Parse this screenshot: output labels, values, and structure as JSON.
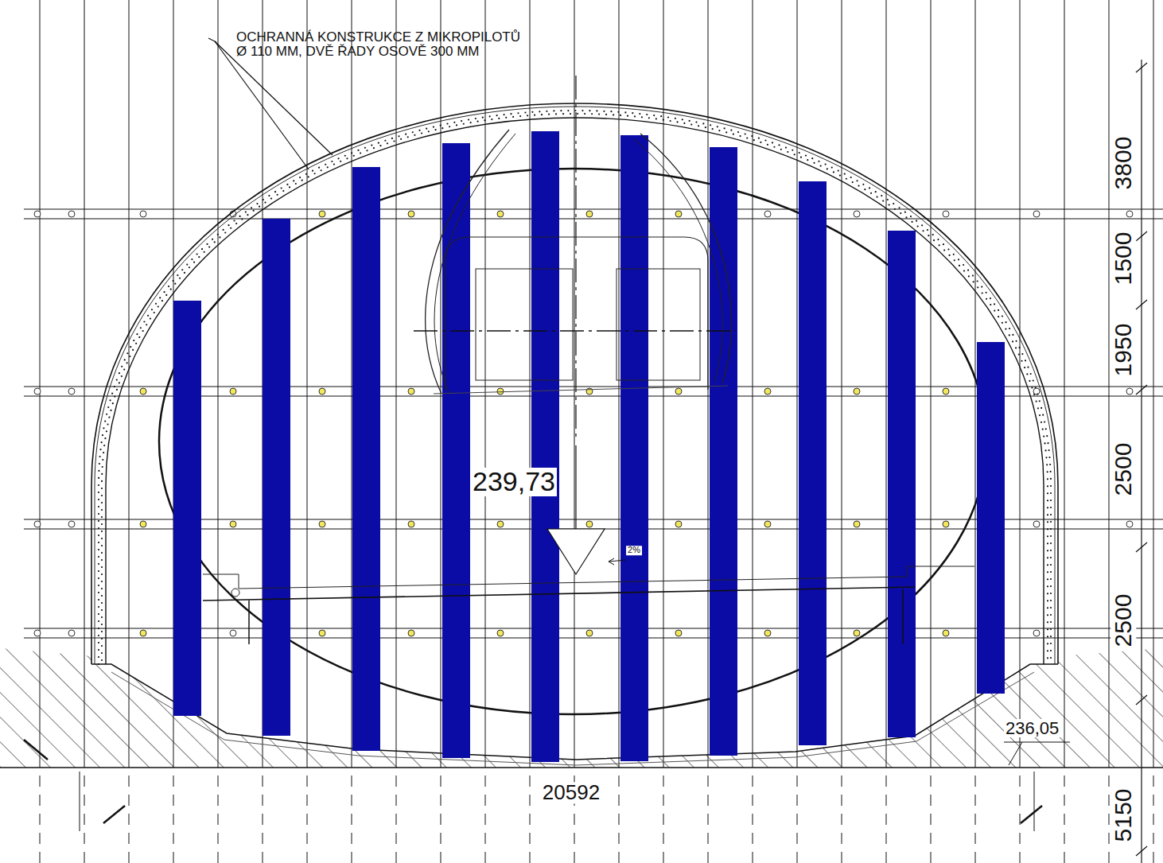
{
  "diagram": {
    "labels": [
      "OCHRANNÁ KONSTRUKCE Z MIKROPILOTŮ Ø 110 MM, DVĚ ŘADY OSOVĚ 300 MM",
      "3800",
      "1500",
      "1950",
      "2500",
      "239,73",
      "2%",
      "2500",
      "236,05",
      "20592",
      "5150"
    ]
  }
}
